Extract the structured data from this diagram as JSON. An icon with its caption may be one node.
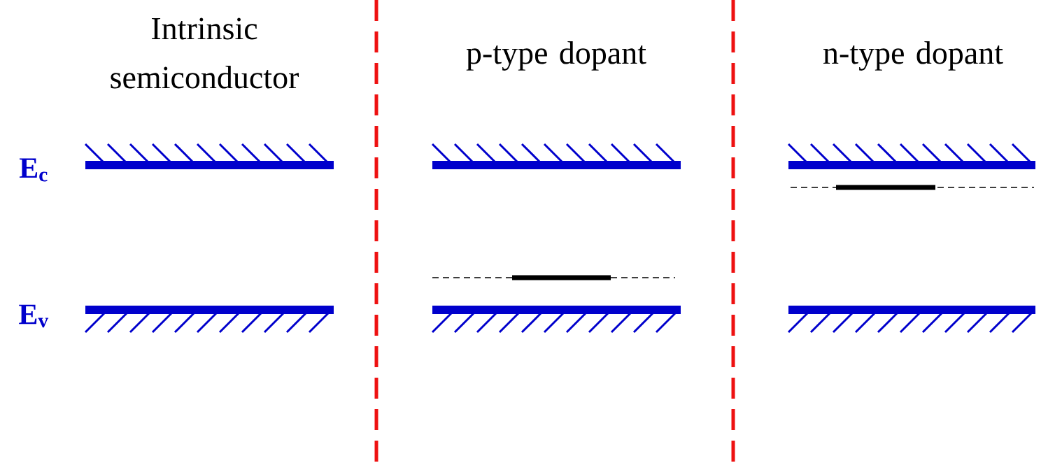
{
  "diagram": {
    "labels": [
      "Intrinsic semiconductor",
      "p-type dopant",
      "n-type dopant",
      "E$_{c}$",
      "E$_{v}$"
    ]
  }
}
